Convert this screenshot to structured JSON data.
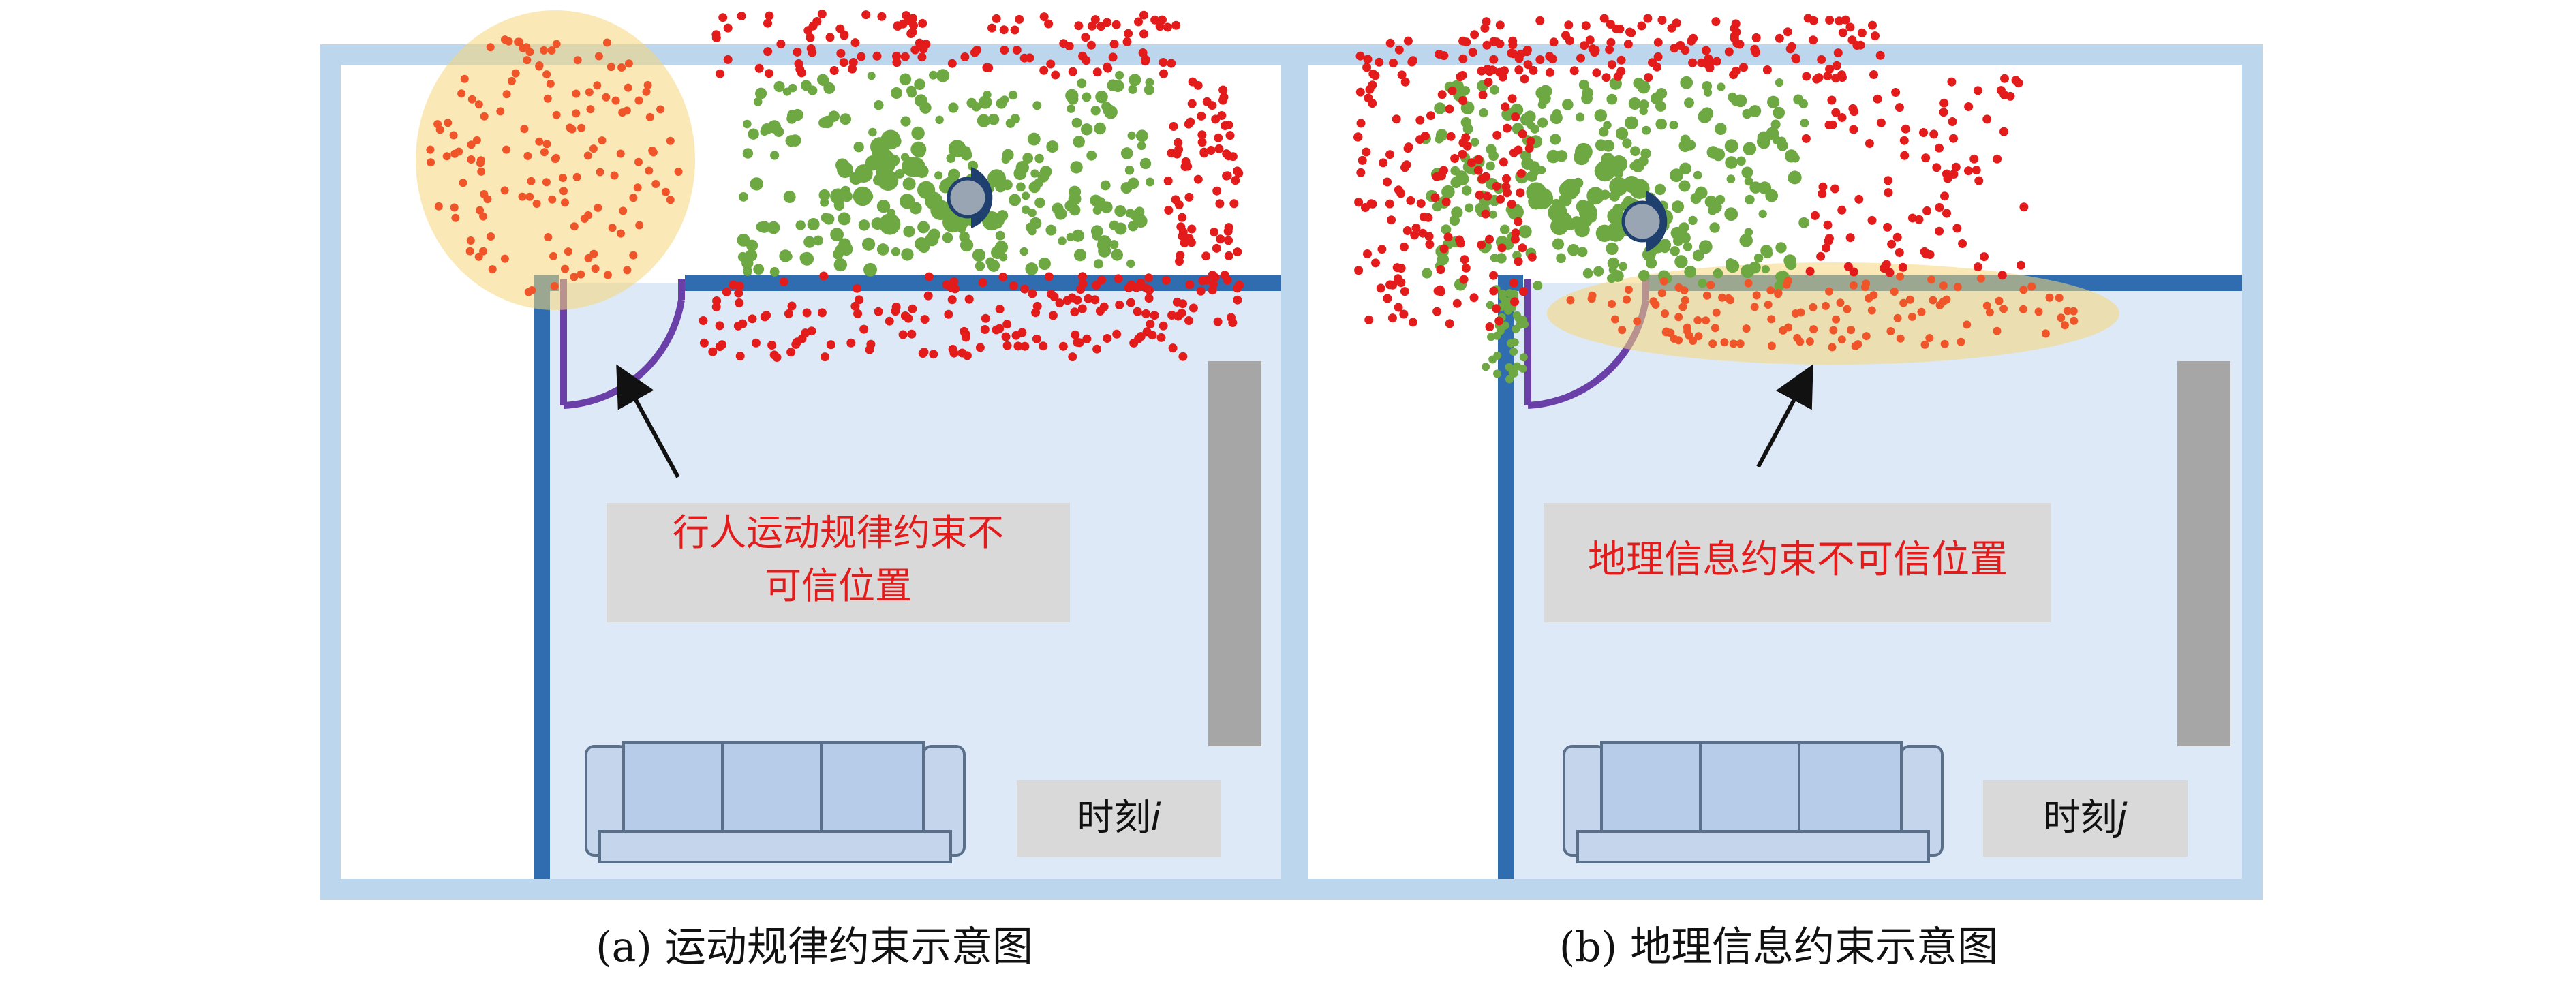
{
  "panels": [
    {
      "id": "a",
      "annotation": [
        "行人运动规律约束不",
        "可信位置"
      ],
      "time_label": "时刻",
      "time_var": "i",
      "caption": "(a) 运动规律约束示意图"
    },
    {
      "id": "b",
      "annotation": [
        "地理信息约束不可信位置"
      ],
      "time_label": "时刻",
      "time_var": "j",
      "caption": "(b) 地理信息约束示意图"
    }
  ],
  "colors": {
    "outer_wall": "#bcd6ee",
    "inner_wall": "#2f6db0",
    "room_fill": "#dde9f6",
    "door": "#6a3fa8",
    "valid_particle": "#6ea843",
    "invalid_particle": "#e41b1b",
    "highlight": "#f5d77a",
    "label_box": "#d9d9d9",
    "annotation_text": "#e41b1b",
    "wardrobe": "#a6a6a6",
    "sofa": "#b7cce8"
  },
  "icons": [
    "pedestrian-icon",
    "sofa-icon",
    "door-icon",
    "arrow-icon"
  ]
}
